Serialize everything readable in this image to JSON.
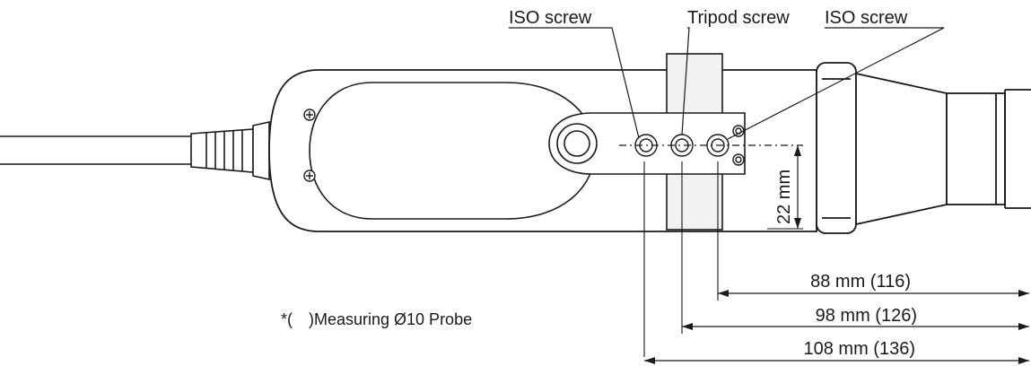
{
  "labels": {
    "iso_left": "ISO screw",
    "tripod": "Tripod screw",
    "iso_right": "ISO screw"
  },
  "dimensions": {
    "d88": "88 mm (116)",
    "d98": "98 mm (126)",
    "d108": "108 mm (136)",
    "d22": "22 mm"
  },
  "note": "*( )Measuring Ø10 Probe",
  "colors": {
    "line": "#1a1a1a",
    "body_fill": "#ffffff",
    "band_fill": "#f2f2f2"
  }
}
